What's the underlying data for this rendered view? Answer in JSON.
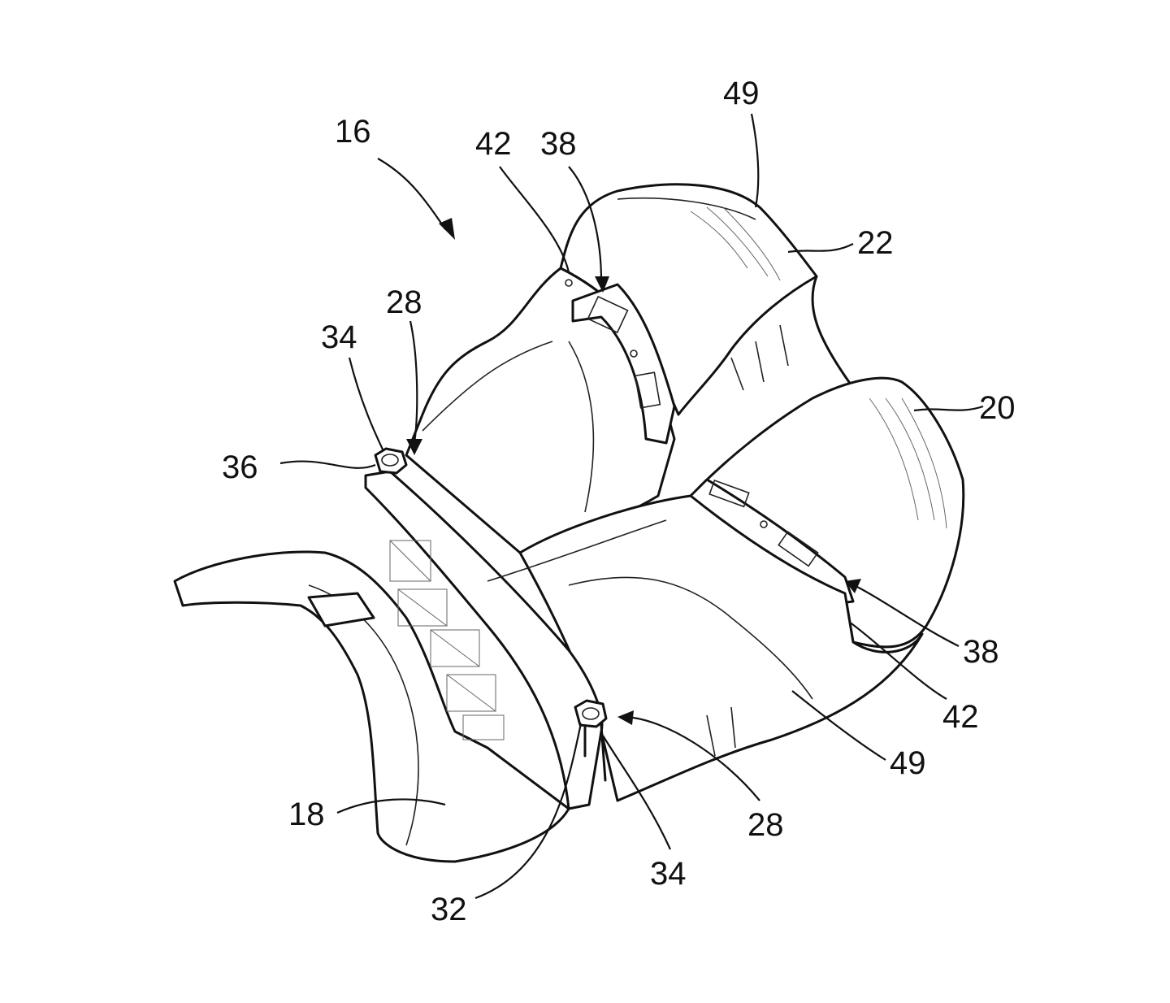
{
  "figure": {
    "labels": {
      "l16": "16",
      "l49_top": "49",
      "l42_top": "42",
      "l38_top": "38",
      "l22": "22",
      "l28_top": "28",
      "l34_top": "34",
      "l36": "36",
      "l20": "20",
      "l38_right": "38",
      "l42_right": "42",
      "l49_bottom": "49",
      "l28_bottom": "28",
      "l34_bottom": "34",
      "l18": "18",
      "l32": "32"
    }
  }
}
